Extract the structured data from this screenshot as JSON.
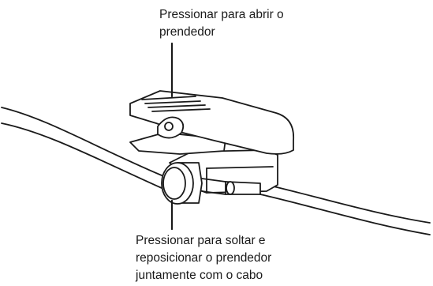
{
  "callout_top": {
    "line1": "Pressionar para abrir o",
    "line2": "prendedor"
  },
  "callout_bottom": {
    "line1": "Pressionar para soltar e",
    "line2": "reposicionar o prendedor",
    "line3": "juntamente com o cabo"
  }
}
